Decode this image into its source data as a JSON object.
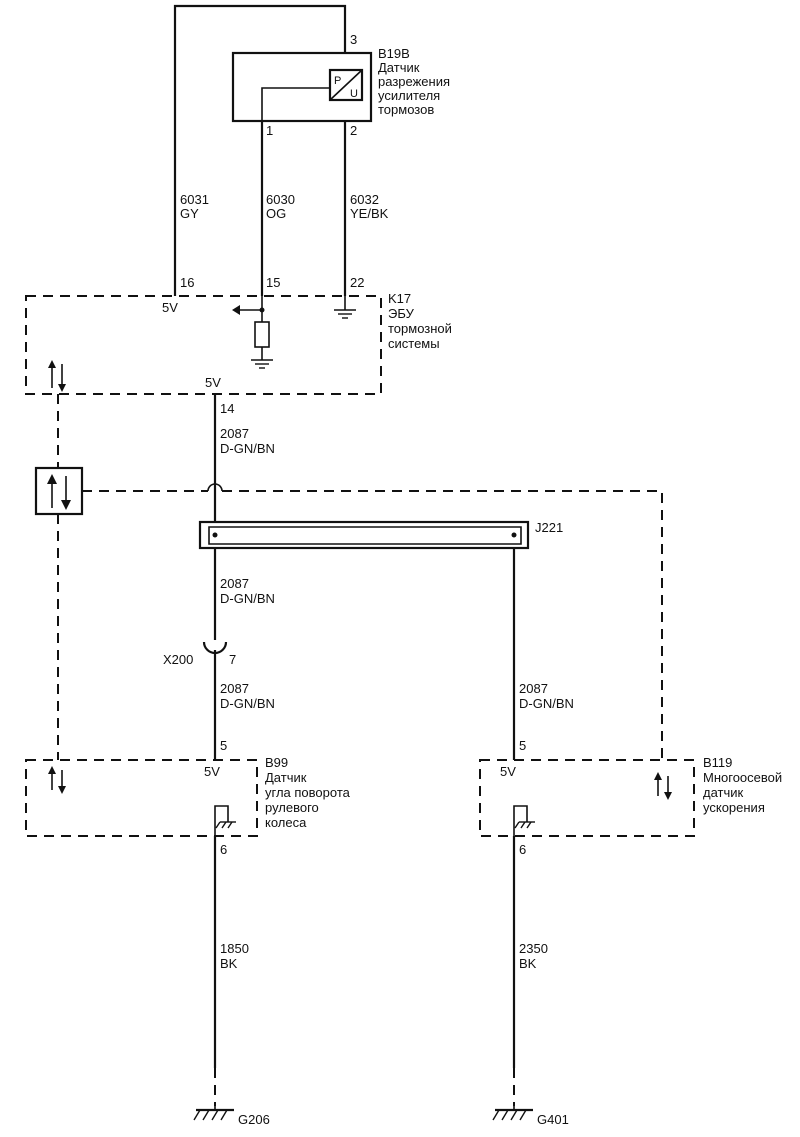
{
  "components": {
    "b19b": {
      "code": "B19B",
      "lines": [
        "Датчик",
        "разрежения",
        "усилителя",
        "тормозов"
      ],
      "sensor_p": "P",
      "sensor_u": "U"
    },
    "k17": {
      "code": "K17",
      "lines": [
        "ЭБУ",
        "тормозной",
        "системы"
      ],
      "v_top": "5V",
      "v_bottom": "5V"
    },
    "j221": {
      "code": "J221"
    },
    "x200": {
      "code": "X200",
      "pin": "7"
    },
    "b99": {
      "code": "B99",
      "lines": [
        "Датчик",
        "угла поворота",
        "рулевого",
        "колеса"
      ],
      "v": "5V"
    },
    "b119": {
      "code": "B119",
      "lines": [
        "Многоосевой",
        "датчик",
        "ускорения"
      ],
      "v": "5V"
    },
    "g206": {
      "code": "G206"
    },
    "g401": {
      "code": "G401"
    }
  },
  "pins": {
    "b19b_3": "3",
    "b19b_1": "1",
    "b19b_2": "2",
    "k17_16": "16",
    "k17_15": "15",
    "k17_22": "22",
    "k17_14": "14",
    "b99_5": "5",
    "b99_6": "6",
    "b119_5": "5",
    "b119_6": "6"
  },
  "wires": {
    "w6031": {
      "num": "6031",
      "color": "GY"
    },
    "w6030": {
      "num": "6030",
      "color": "OG"
    },
    "w6032": {
      "num": "6032",
      "color": "YE/BK"
    },
    "w2087_a": {
      "num": "2087",
      "color": "D-GN/BN"
    },
    "w2087_b": {
      "num": "2087",
      "color": "D-GN/BN"
    },
    "w2087_c": {
      "num": "2087",
      "color": "D-GN/BN"
    },
    "w2087_d": {
      "num": "2087",
      "color": "D-GN/BN"
    },
    "w1850": {
      "num": "1850",
      "color": "BK"
    },
    "w2350": {
      "num": "2350",
      "color": "BK"
    }
  },
  "colors": {
    "line": "#111111",
    "background": "#ffffff"
  }
}
